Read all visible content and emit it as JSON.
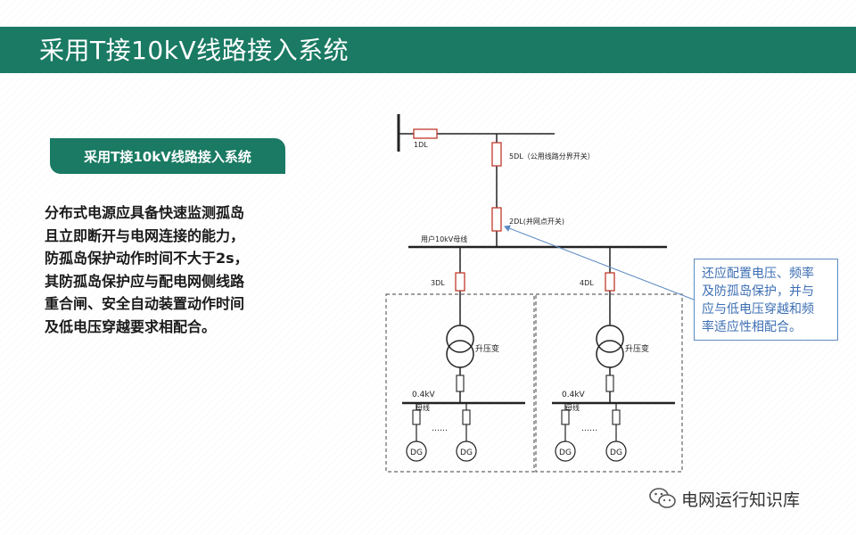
{
  "slide": {
    "title": "采用T接10kV线路接入系统",
    "subtitle": "采用T接10kV线路接入系统",
    "body_lines": [
      "分布式电源应具备快速监测孤岛",
      "且立即断开与电网连接的能力，",
      "防孤岛保护动作时间不大于2s，",
      "其防孤岛保护应与配电网侧线路",
      "重合闸、安全自动装置动作时间",
      "及低电压穿越要求相配合。"
    ]
  },
  "diagram": {
    "labels": {
      "breaker_1": "1DL",
      "breaker_5": "5DL（公用线路分界开关）",
      "breaker_2": "2DL(并网点开关)",
      "user_bus": "用户10kV母线",
      "breaker_3": "3DL",
      "breaker_4": "4DL",
      "transformer_left": "升压变",
      "transformer_right": "升压变",
      "lv_bus_left_1": "0.4kV",
      "lv_bus_left_2": "母线",
      "lv_bus_right_1": "0.4kV",
      "lv_bus_right_2": "母线",
      "dots_left": "……",
      "dots_right": "……",
      "dg_1": "DG",
      "dg_2": "DG",
      "dg_3": "DG",
      "dg_4": "DG"
    },
    "breaker_color": "#c0392b"
  },
  "callout": {
    "lines": [
      "还应配置电压、频率",
      "及防孤岛保护，并与",
      "应与低电压穿越和频",
      "率适应性相配合。"
    ]
  },
  "watermark": {
    "text": "电网运行知识库",
    "icon": "wechat-icon"
  },
  "colors": {
    "accent": "#1a7a63",
    "callout": "#3d6fb3"
  }
}
